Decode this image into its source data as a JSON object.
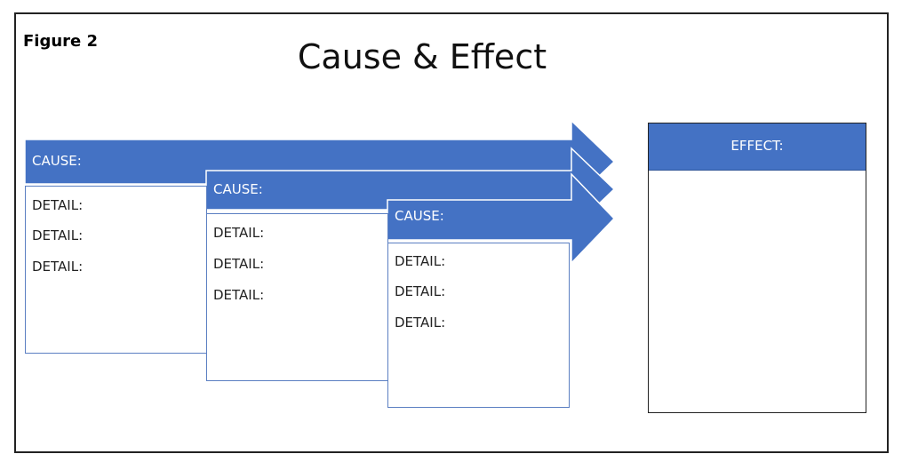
{
  "figure_label": "Figure 2",
  "title": "Cause & Effect",
  "colors": {
    "arrow_fill": "#4472c4",
    "arrow_stroke": "#ffffff",
    "box_border": "#5b7fc2",
    "frame_border": "#222222"
  },
  "causes": [
    {
      "label": "CAUSE:",
      "details": [
        "DETAIL:",
        "DETAIL:",
        "DETAIL:"
      ]
    },
    {
      "label": "CAUSE:",
      "details": [
        "DETAIL:",
        "DETAIL:",
        "DETAIL:"
      ]
    },
    {
      "label": "CAUSE:",
      "details": [
        "DETAIL:",
        "DETAIL:",
        "DETAIL:"
      ]
    }
  ],
  "effect": {
    "label": "EFFECT:"
  }
}
